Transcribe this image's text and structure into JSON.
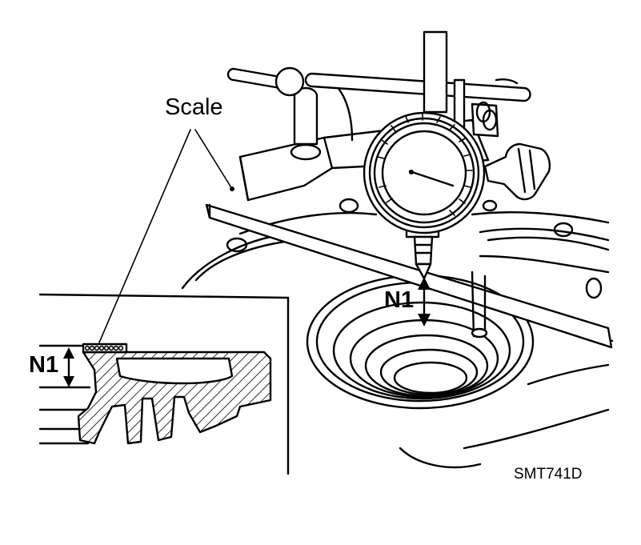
{
  "labels": {
    "scale": "Scale",
    "n1_inset": "N1",
    "n1_main": "N1",
    "figure_code": "SMT741D"
  },
  "colors": {
    "line": "#000000",
    "background": "#ffffff"
  }
}
